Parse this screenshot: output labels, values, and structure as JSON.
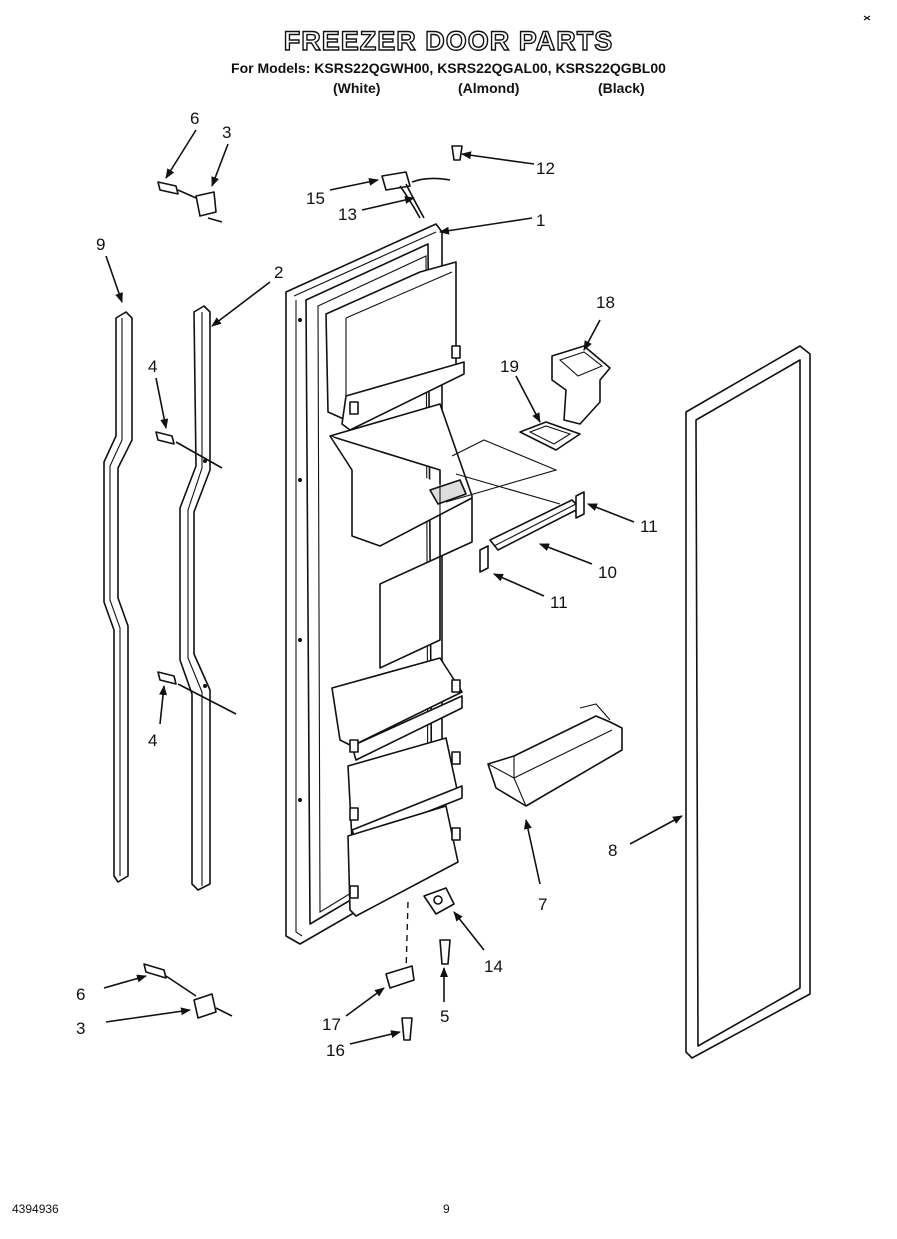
{
  "header": {
    "title": "FREEZER DOOR PARTS",
    "models": "For Models: KSRS22QGWH00, KSRS22QGAL00, KSRS22QGBL00",
    "color_white": "(White)",
    "color_almond": "(Almond)",
    "color_black": "(Black)"
  },
  "callouts": {
    "c1": "1",
    "c2": "2",
    "c3a": "3",
    "c3b": "3",
    "c4a": "4",
    "c4b": "4",
    "c5": "5",
    "c6a": "6",
    "c6b": "6",
    "c7": "7",
    "c8": "8",
    "c9": "9",
    "c10": "10",
    "c11a": "11",
    "c11b": "11",
    "c12": "12",
    "c13": "13",
    "c14": "14",
    "c15": "15",
    "c16": "16",
    "c17": "17",
    "c18": "18",
    "c19": "19"
  },
  "footer": {
    "doc_number": "4394936",
    "page_number": "9"
  }
}
